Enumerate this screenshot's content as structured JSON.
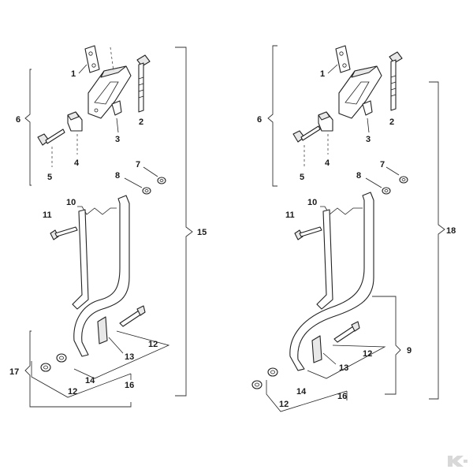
{
  "diagram": {
    "left": {
      "labels": {
        "p1": "1",
        "p2": "2",
        "p3": "3",
        "p4": "4",
        "p5": "5",
        "p6": "6",
        "p7": "7",
        "p8": "8",
        "p10": "10",
        "p11": "11",
        "p12a": "12",
        "p12b": "12",
        "p13": "13",
        "p14": "14",
        "p15": "15",
        "p16": "16",
        "p17": "17"
      }
    },
    "right": {
      "labels": {
        "p1": "1",
        "p2": "2",
        "p3": "3",
        "p4": "4",
        "p5": "5",
        "p6": "6",
        "p7": "7",
        "p8": "8",
        "p9": "9",
        "p10": "10",
        "p11": "11",
        "p12a": "12",
        "p12b": "12",
        "p13": "13",
        "p14": "14",
        "p16": "16",
        "p18": "18"
      }
    },
    "logo_icon": "kramp-k-logo",
    "logo_color": "#d8d8d8"
  }
}
